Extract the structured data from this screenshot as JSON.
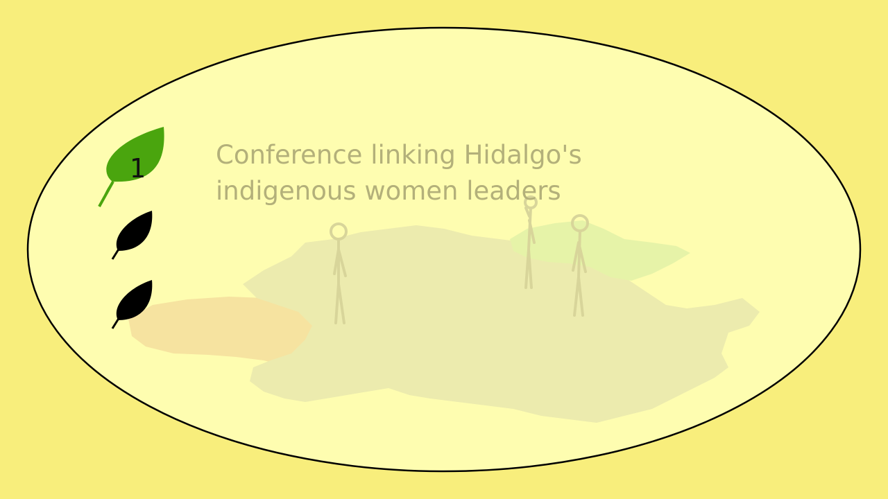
{
  "slide": {
    "title_line1": "Conference linking Hidalgo's",
    "title_line2": "indigenous women leaders"
  },
  "steps": [
    {
      "number": "1",
      "state": "active",
      "color": "#4aa50e",
      "icon": "leaf-icon"
    },
    {
      "number": "",
      "state": "inactive",
      "color": "#000000",
      "icon": "leaf-icon"
    },
    {
      "number": "",
      "state": "inactive",
      "color": "#000000",
      "icon": "leaf-icon"
    }
  ],
  "colors": {
    "page_background": "#f8ee7c",
    "oval_fill": "#fefdb0",
    "oval_stroke": "#000000",
    "title_text": "#b3b07a",
    "map_main": "#ecebae",
    "map_west": "#f6e3a0",
    "map_north_east": "#e6f3a8"
  }
}
